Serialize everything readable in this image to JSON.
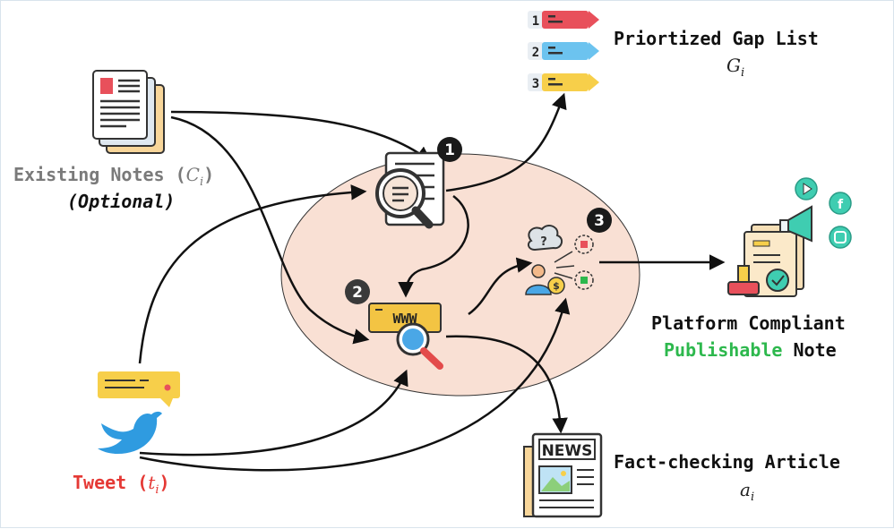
{
  "steps": {
    "s1": "1",
    "s2": "2",
    "s3": "3"
  },
  "gap_list": {
    "title": "Priortized Gap List",
    "symbol": "G",
    "subscript": "i",
    "items": [
      "1",
      "2",
      "3"
    ]
  },
  "existing_notes": {
    "label": "Existing Notes (",
    "symbol": "C",
    "subscript": "i",
    "close": ")",
    "optional": "(Optional)"
  },
  "tweet": {
    "label": "Tweet (",
    "symbol": "t",
    "subscript": "i",
    "close": ")"
  },
  "publishable_note": {
    "line1": "Platform Compliant",
    "highlight": "Publishable",
    "rest": "Note"
  },
  "article": {
    "title": "Fact-checking Article",
    "symbol": "a",
    "subscript": "i",
    "icon_text": "NEWS"
  },
  "search_icon_text": "WWW",
  "colors": {
    "ellipse_fill": "#f9e0d4",
    "gap_red": "#e8505b",
    "gap_blue": "#6cc3ef",
    "gap_yellow": "#f7cf4a",
    "tweet_red": "#e53935",
    "publishable_green": "#2db84d",
    "tweet_blue": "#2f9be0",
    "social_teal": "#3fcdb1"
  },
  "icons": [
    "document-stack-icon",
    "document-search-icon",
    "www-search-icon",
    "decision-person-icon",
    "certificate-megaphone-icon",
    "newspaper-icon",
    "speech-bubble-icon",
    "bird-icon"
  ]
}
